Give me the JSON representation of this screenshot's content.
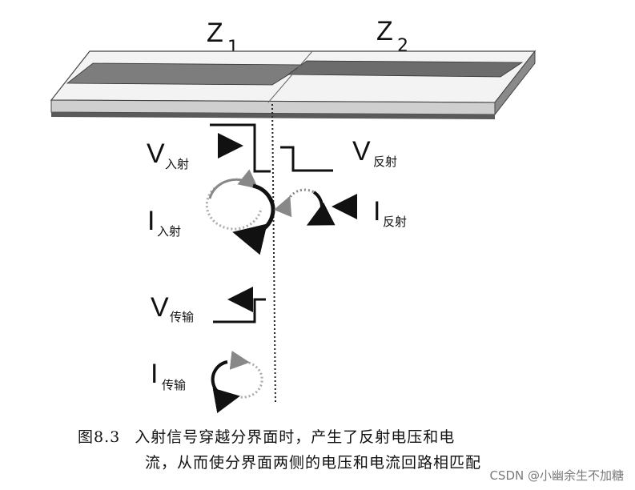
{
  "zones": {
    "z1": {
      "main": "Z",
      "sub": "1"
    },
    "z2": {
      "main": "Z",
      "sub": "2"
    }
  },
  "signals": {
    "v_incident": {
      "main": "V",
      "sub": "入射"
    },
    "v_reflected": {
      "main": "V",
      "sub": "反射"
    },
    "i_incident": {
      "main": "I",
      "sub": "入射"
    },
    "i_reflected": {
      "main": "I",
      "sub": "反射"
    },
    "v_transmitted": {
      "main": "V",
      "sub": "传输"
    },
    "i_transmitted": {
      "main": "I",
      "sub": "传输"
    }
  },
  "caption": {
    "figure": "图8.3",
    "line1": "入射信号穿越分界面时，产生了反射电压和电",
    "line2": "流，从而使分界面两侧的电压和电流回路相匹配"
  },
  "watermark": "CSDN @小幽余生不加糖"
}
